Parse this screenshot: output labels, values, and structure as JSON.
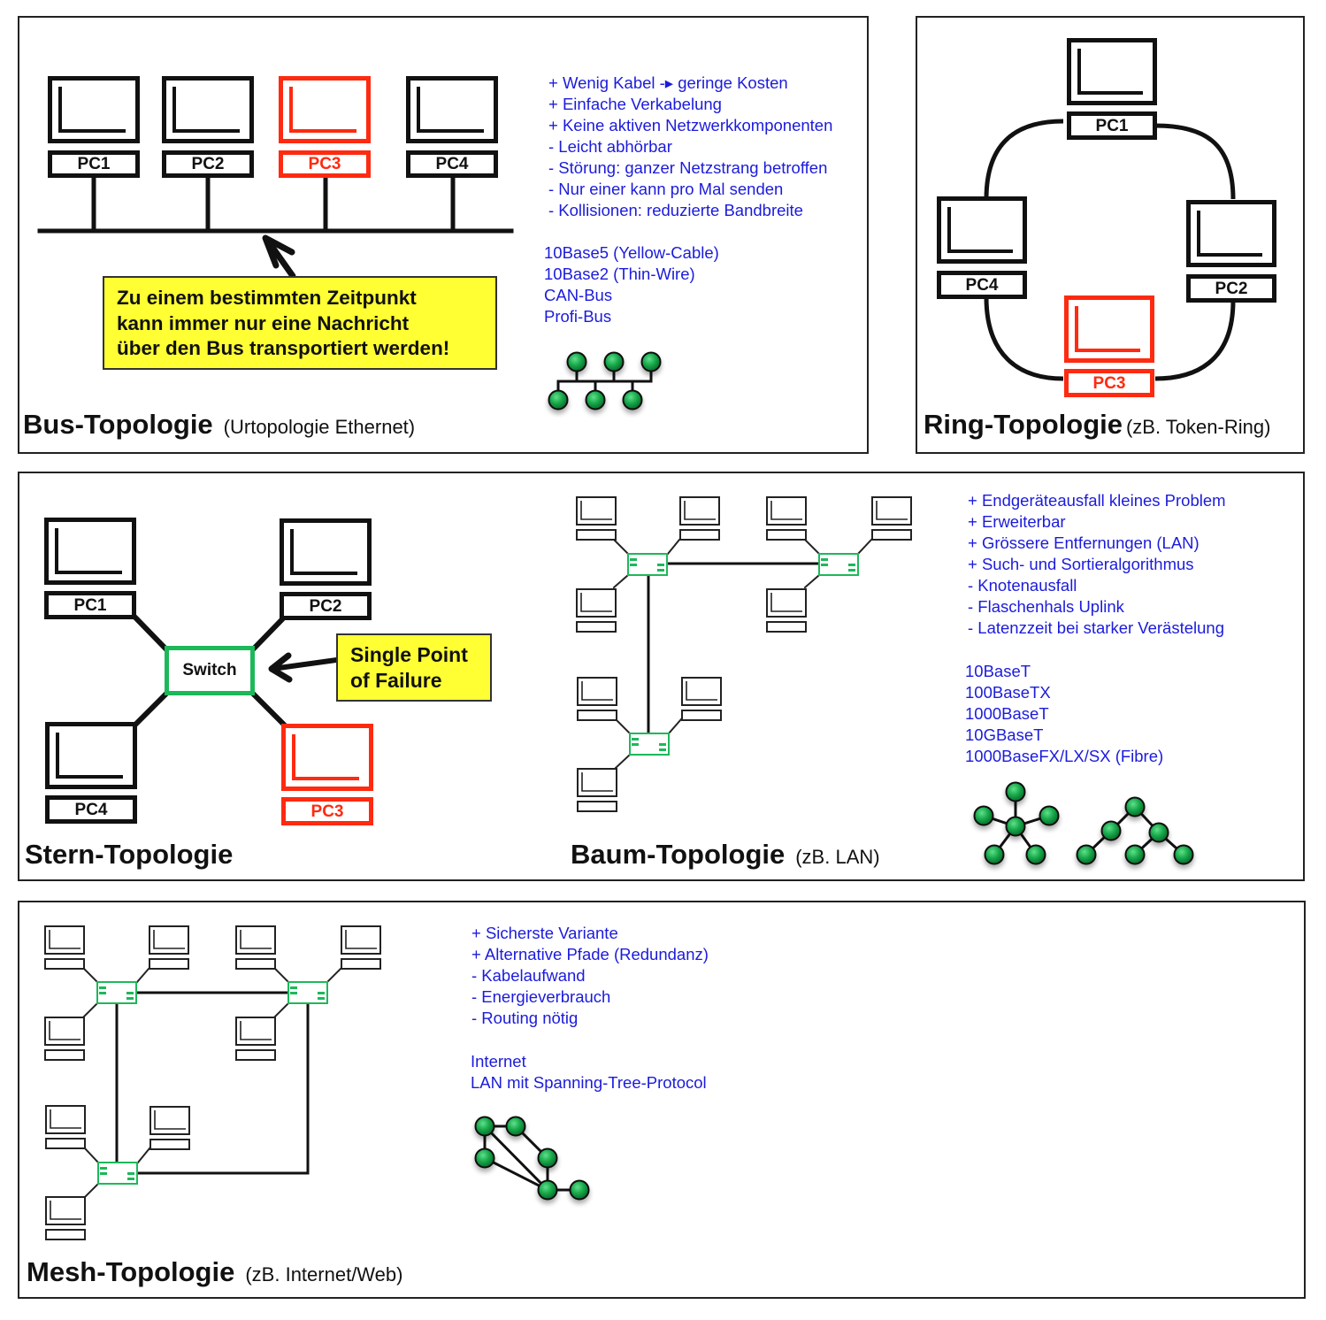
{
  "colors": {
    "text_blue": "#1b1bdc",
    "highlight_red": "#ff2a10",
    "switch_green": "#1db85a",
    "note_yellow": "#ffff33",
    "node_green": "#17a34a"
  },
  "bus": {
    "title": "Bus-Topologie",
    "subtitle": "(Urtopologie Ethernet)",
    "pcs": [
      {
        "label": "PC1",
        "highlight": false
      },
      {
        "label": "PC2",
        "highlight": false
      },
      {
        "label": "PC3",
        "highlight": true
      },
      {
        "label": "PC4",
        "highlight": false
      }
    ],
    "note_lines": [
      "Zu einem bestimmten Zeitpunkt",
      "kann immer nur eine Nachricht",
      "über den Bus transportiert werden!"
    ],
    "pros_cons": [
      "+ Wenig Kabel -▸ geringe Kosten",
      "+ Einfache Verkabelung",
      "+ Keine aktiven Netzwerkkomponenten",
      "- Leicht abhörbar",
      "- Störung: ganzer Netzstrang betroffen",
      "- Nur einer kann pro Mal senden",
      "- Kollisionen: reduzierte Bandbreite"
    ],
    "examples": [
      "10Base5 (Yellow-Cable)",
      "10Base2 (Thin-Wire)",
      "CAN-Bus",
      "Profi-Bus"
    ],
    "icon": "bus-topology-icon"
  },
  "ring": {
    "title": "Ring-Topologie",
    "subtitle": "(zB. Token-Ring)",
    "pcs": [
      {
        "label": "PC1",
        "highlight": false
      },
      {
        "label": "PC2",
        "highlight": false
      },
      {
        "label": "PC3",
        "highlight": true
      },
      {
        "label": "PC4",
        "highlight": false
      }
    ]
  },
  "star": {
    "title": "Stern-Topologie",
    "switch_label": "Switch",
    "note_lines": [
      "Single Point",
      "of Failure"
    ],
    "pcs": [
      {
        "label": "PC1",
        "highlight": false
      },
      {
        "label": "PC2",
        "highlight": false
      },
      {
        "label": "PC3",
        "highlight": true
      },
      {
        "label": "PC4",
        "highlight": false
      }
    ]
  },
  "tree": {
    "title": "Baum-Topologie",
    "subtitle": "(zB. LAN)",
    "pros_cons": [
      "+ Endgeräteausfall kleines Problem",
      "+ Erweiterbar",
      "+ Grössere Entfernungen (LAN)",
      "+ Such- und Sortieralgorithmus",
      "- Knotenausfall",
      "- Flaschenhals Uplink",
      "- Latenzzeit bei starker Verästelung"
    ],
    "examples": [
      "10BaseT",
      "100BaseTX",
      "1000BaseT",
      "10GBaseT",
      "1000BaseFX/LX/SX (Fibre)"
    ],
    "icons": [
      "star-topology-icon",
      "tree-topology-icon"
    ]
  },
  "mesh": {
    "title": "Mesh-Topologie",
    "subtitle": "(zB. Internet/Web)",
    "pros_cons": [
      "+ Sicherste Variante",
      "+ Alternative Pfade (Redundanz)",
      "- Kabelaufwand",
      "- Energieverbrauch",
      "- Routing nötig"
    ],
    "examples": [
      "Internet",
      "LAN mit Spanning-Tree-Protocol"
    ],
    "icon": "mesh-topology-icon"
  }
}
